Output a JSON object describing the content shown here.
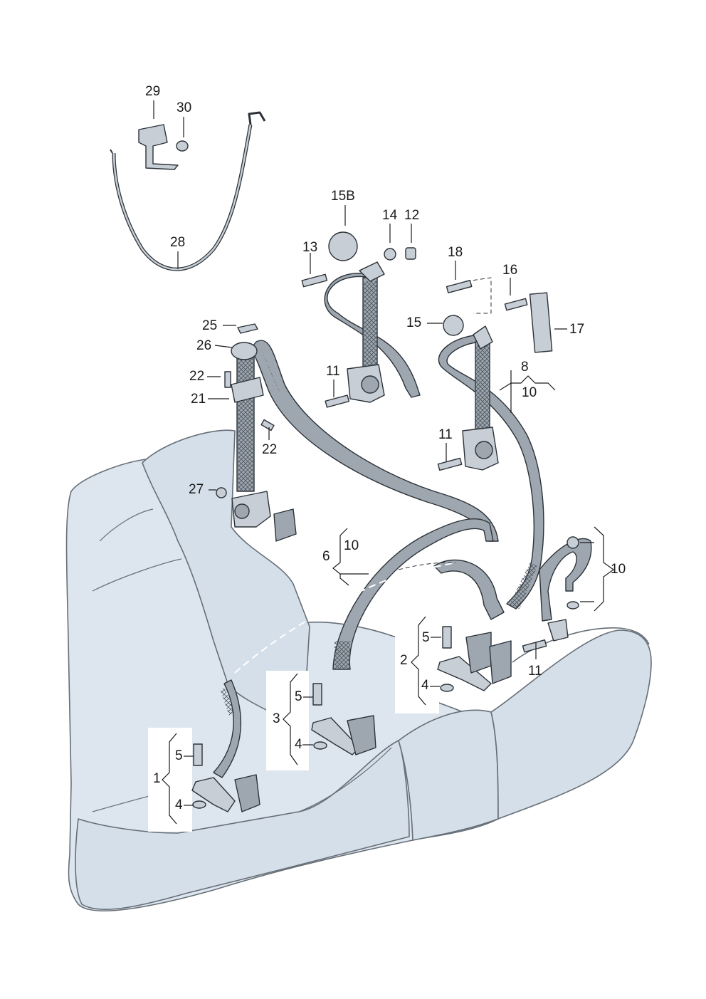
{
  "labels": {
    "c29": "29",
    "c30": "30",
    "c28": "28",
    "c15b": "15B",
    "c14": "14",
    "c12": "12",
    "c13": "13",
    "c18": "18",
    "c16": "16",
    "c15": "15",
    "c17": "17",
    "c25": "25",
    "c26": "26",
    "c22a": "22",
    "c21": "21",
    "c22b": "22",
    "c11a": "11",
    "c8": "8",
    "c10a": "10",
    "c11b": "11",
    "c27": "27",
    "c6": "6",
    "c10b": "10",
    "c10c": "10",
    "c5a": "5",
    "c2": "2",
    "c4a": "4",
    "c11c": "11",
    "c5b": "5",
    "c3": "3",
    "c4b": "4",
    "c5c": "5",
    "c1": "1",
    "c4c": "4"
  },
  "colors": {
    "seat_fill": "#dde6ef",
    "seat_stroke": "#666e76",
    "belt_fill": "#9ea7b0",
    "mesh": "#4c545c",
    "metal": "#c7ced5",
    "dark": "#2c3238"
  }
}
